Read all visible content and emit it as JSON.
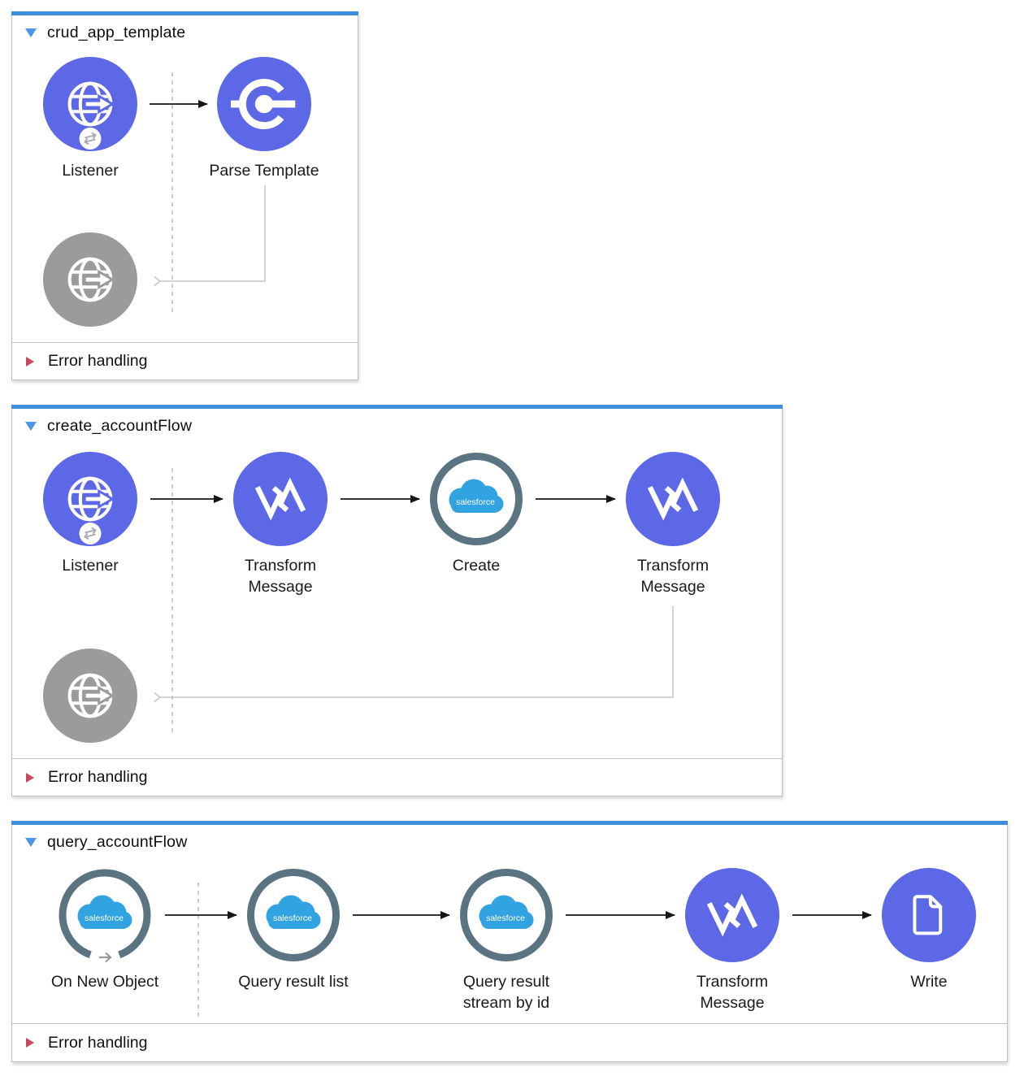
{
  "canvas": {
    "type": "mule-flow-editor"
  },
  "colors": {
    "core_node": "#5c68e6",
    "muted_node": "#9b9b9b",
    "salesforce_ring": "#5b7482",
    "salesforce_cloud": "#31a3e0",
    "flow_top_bar": "#3e8ede",
    "collapse_triangle": "#4a96e8",
    "error_triangle": "#c9475d",
    "container_border": "#c2c2c2"
  },
  "salesforce": {
    "logo_text": "salesforce"
  },
  "flows": [
    {
      "title": "crud_app_template",
      "error_label": "Error handling",
      "nodes": [
        {
          "label": "Listener",
          "type": "http-listener"
        },
        {
          "label": "Parse Template",
          "type": "parse-template"
        },
        {
          "label": "",
          "type": "http-listener-response"
        }
      ]
    },
    {
      "title": "create_accountFlow",
      "error_label": "Error handling",
      "nodes": [
        {
          "label": "Listener",
          "type": "http-listener"
        },
        {
          "label": "Transform Message",
          "type": "dataweave-transform"
        },
        {
          "label": "Create",
          "type": "salesforce-create"
        },
        {
          "label": "Transform Message",
          "type": "dataweave-transform"
        },
        {
          "label": "",
          "type": "http-listener-response"
        }
      ]
    },
    {
      "title": "query_accountFlow",
      "error_label": "Error handling",
      "nodes": [
        {
          "label": "On New Object",
          "type": "salesforce-on-new-object"
        },
        {
          "label": "Query result list",
          "type": "salesforce-query"
        },
        {
          "label": "Query result stream by id",
          "type": "salesforce-query"
        },
        {
          "label": "Transform Message",
          "type": "dataweave-transform"
        },
        {
          "label": "Write",
          "type": "file-write"
        }
      ]
    }
  ]
}
